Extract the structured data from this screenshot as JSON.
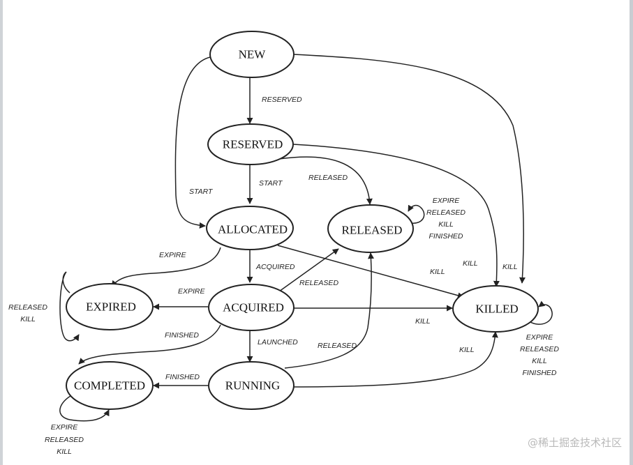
{
  "states": {
    "new": "NEW",
    "reserved": "RESERVED",
    "allocated": "ALLOCATED",
    "released": "RELEASED",
    "expired": "EXPIRED",
    "acquired": "ACQUIRED",
    "killed": "KILLED",
    "completed": "COMPLETED",
    "running": "RUNNING"
  },
  "edge_labels": {
    "new_reserved": "RESERVED",
    "new_allocated_start": "START",
    "reserved_allocated_start": "START",
    "reserved_released": "RELEASED",
    "released_self": [
      "EXPIRE",
      "RELEASED",
      "KILL",
      "FINISHED"
    ],
    "allocated_expired": "EXPIRE",
    "allocated_acquired": "ACQUIRED",
    "allocated_killed": "KILL",
    "reserved_killed": "KILL",
    "new_killed": "KILL",
    "acquired_expired": "EXPIRE",
    "acquired_released": "RELEASED",
    "acquired_killed": "KILL",
    "acquired_completed": "FINISHED",
    "acquired_running": "LAUNCHED",
    "running_released": "RELEASED",
    "running_completed": "FINISHED",
    "running_killed": "KILL",
    "expired_self": [
      "RELEASED",
      "KILL"
    ],
    "killed_self": [
      "EXPIRE",
      "RELEASED",
      "KILL",
      "FINISHED"
    ],
    "completed_self": [
      "EXPIRE",
      "RELEASED",
      "KILL"
    ]
  },
  "watermark": "@稀土掘金技术社区"
}
